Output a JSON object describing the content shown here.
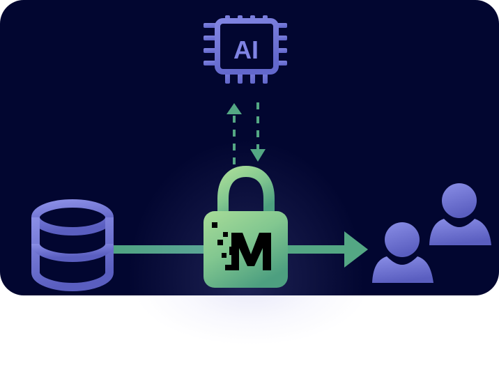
{
  "diagram": {
    "title": "",
    "background_color": "#020630",
    "nodes": [
      {
        "id": "ai-chip",
        "label": "AI",
        "icon": "cpu-chip-icon",
        "color": "#7c80e0"
      },
      {
        "id": "lock",
        "label": "M",
        "icon": "padlock-icon",
        "color": "#7fc690"
      },
      {
        "id": "database",
        "label": "",
        "icon": "database-icon",
        "color": "#7075d8"
      },
      {
        "id": "users",
        "label": "",
        "icon": "users-icon",
        "color": "#7478d8"
      }
    ],
    "edges": [
      {
        "from": "lock",
        "to": "ai-chip",
        "style": "dashed",
        "arrow": "up"
      },
      {
        "from": "ai-chip",
        "to": "lock",
        "style": "dashed",
        "arrow": "down"
      },
      {
        "from": "database",
        "to": "lock",
        "style": "solid",
        "arrow": "none"
      },
      {
        "from": "lock",
        "to": "users",
        "style": "solid",
        "arrow": "right"
      }
    ],
    "colors": {
      "accent_green": "#54a784",
      "lock_green_light": "#a3d995",
      "lock_green_dark": "#4fa482",
      "purple_light": "#8a8ee6",
      "purple_dark": "#5a5fc0"
    }
  }
}
